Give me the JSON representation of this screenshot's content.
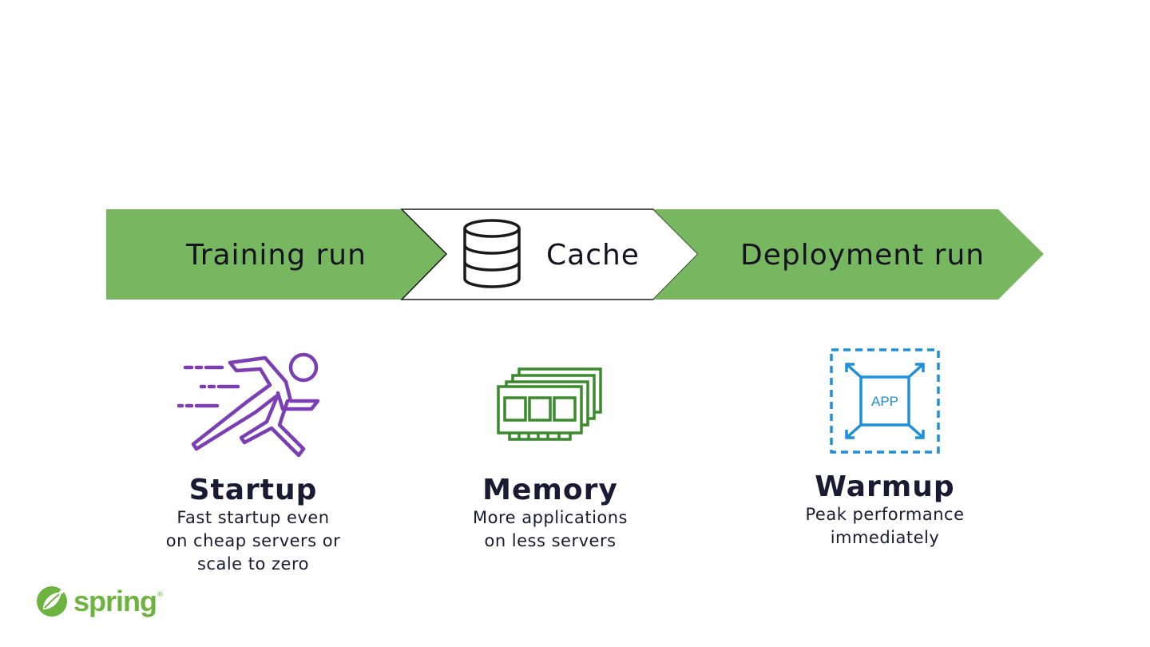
{
  "pipeline": {
    "training_label": "Training run",
    "cache_label": "Cache",
    "deployment_label": "Deployment run"
  },
  "features": [
    {
      "icon": "runner-icon",
      "title": "Startup",
      "description": "Fast startup even\non cheap servers or\nscale to zero"
    },
    {
      "icon": "memory-module-icon",
      "title": "Memory",
      "description": "More applications\non less servers"
    },
    {
      "icon": "app-scale-icon",
      "title": "Warmup",
      "description": "Peak performance\nimmediately"
    }
  ],
  "app_icon_text": "APP",
  "logo": {
    "text": "spring",
    "registered": "®"
  },
  "colors": {
    "arrow_green": "#76b75f",
    "startup_purple": "#7b3fb3",
    "memory_green": "#3b8a2e",
    "warmup_blue": "#1f8fd6",
    "spring_green": "#6db33f"
  }
}
